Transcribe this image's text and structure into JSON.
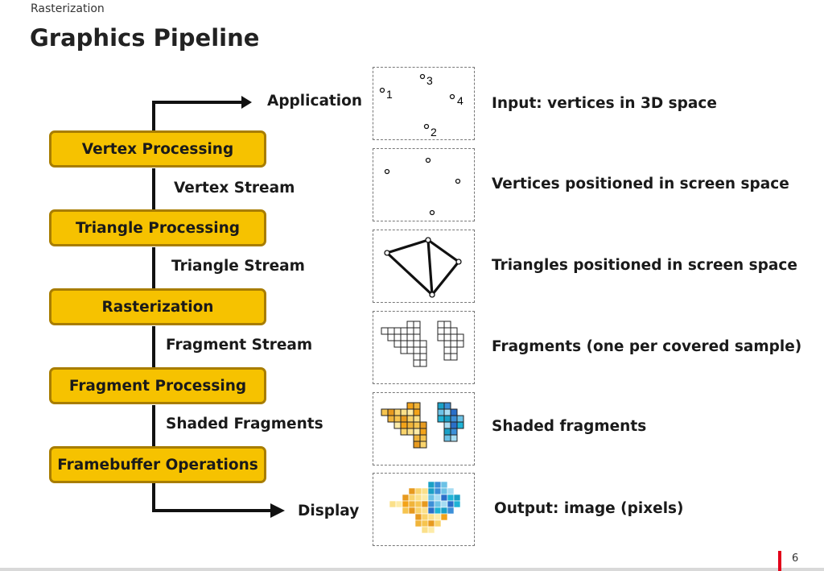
{
  "header": {
    "section": "Rasterization",
    "title": "Graphics Pipeline"
  },
  "pipeline": {
    "input_label": "Application",
    "output_label": "Display",
    "stages": [
      "Vertex Processing",
      "Triangle Processing",
      "Rasterization",
      "Fragment Processing",
      "Framebuffer Operations"
    ],
    "streams": [
      "Vertex Stream",
      "Triangle Stream",
      "Fragment Stream",
      "Shaded Fragments"
    ]
  },
  "panels": {
    "vertex_numbers": [
      "1",
      "2",
      "3",
      "4"
    ],
    "descriptions": [
      "Input: vertices in 3D space",
      "Vertices positioned in screen space",
      "Triangles positioned in screen space",
      "Fragments (one per covered sample)",
      "Shaded fragments",
      "Output: image (pixels)"
    ]
  },
  "colors": {
    "stage_fill": "#f6c200",
    "stage_border": "#a87d00",
    "accent": "#e2001a"
  },
  "footer": {
    "page_number": "6"
  }
}
